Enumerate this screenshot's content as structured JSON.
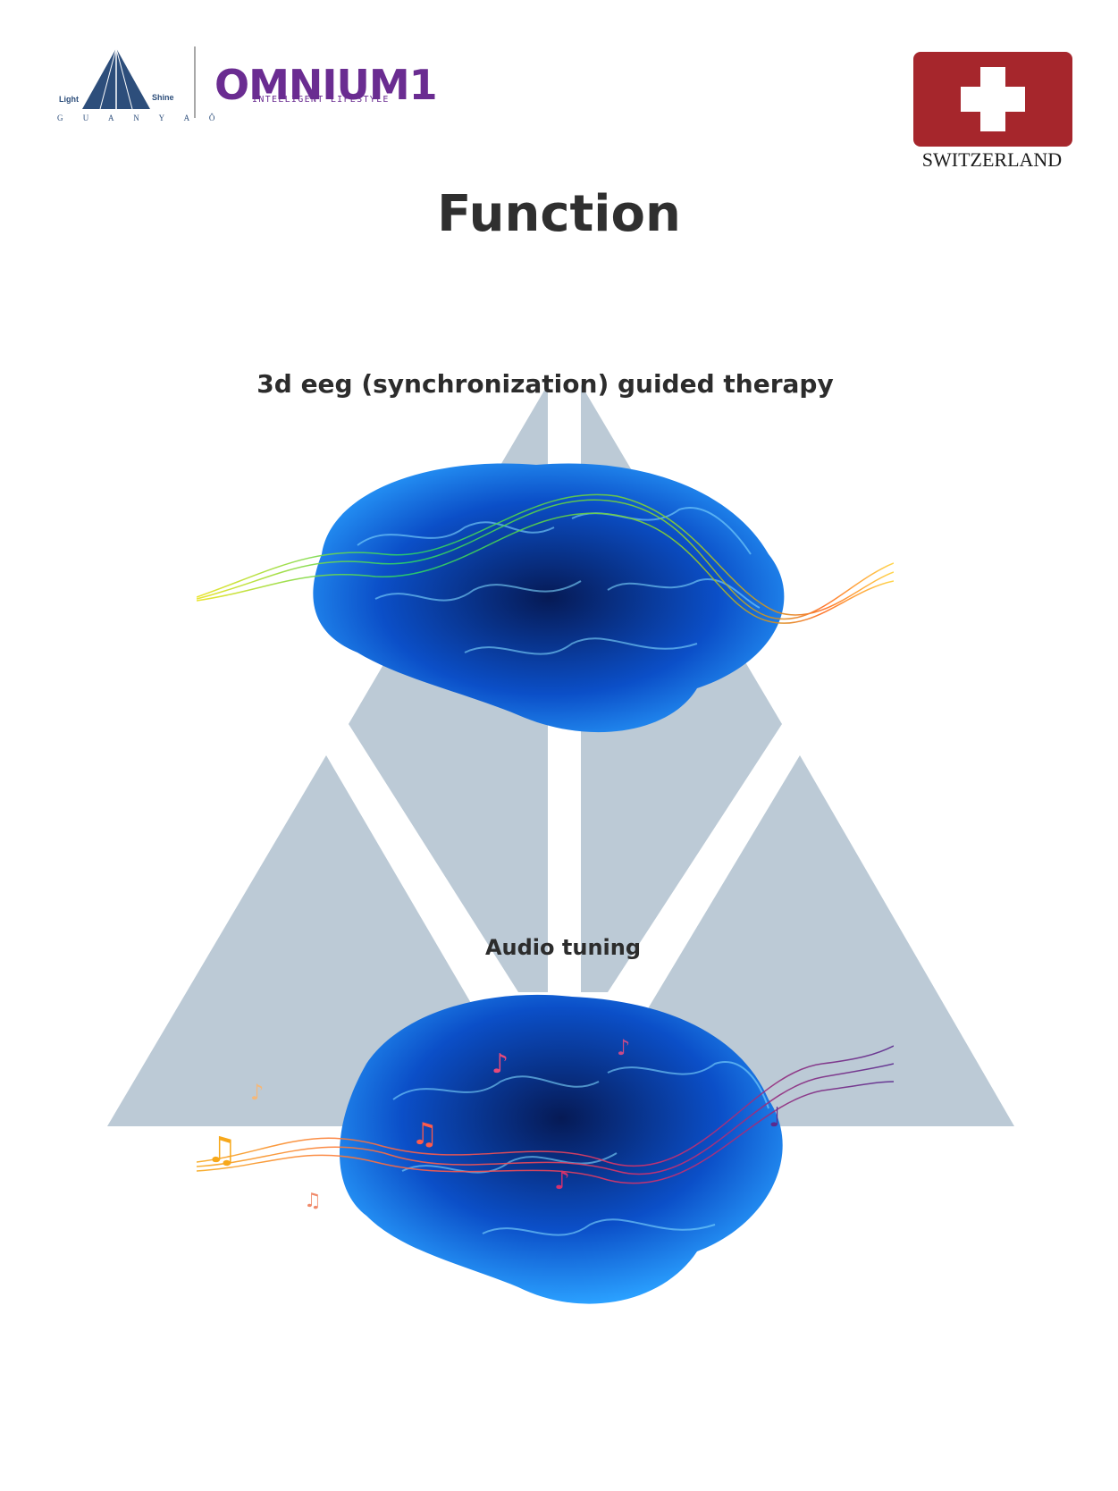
{
  "header": {
    "logo_left_word": "Light",
    "logo_right_word": "Shine",
    "logo_company": "G U A N Y A Ô",
    "brand_word": "OMNIUM1",
    "brand_tagline": "INTELLIGENT LIFESTYLE",
    "country_label": "SWITZERLAND"
  },
  "title": "Function",
  "sections": [
    {
      "caption": "3d eeg (synchronization) guided therapy"
    },
    {
      "caption": "Audio tuning"
    }
  ],
  "colors": {
    "brand_purple": "#6a2c91",
    "logo_blue": "#2d4e7b",
    "flag_red": "#a6262c",
    "backdrop_triangle": "#bccad6",
    "brain_blue": "#1f6fe0",
    "title_text": "#2f2f2f"
  },
  "icons": [
    "triangle-logo-icon",
    "swiss-cross-icon",
    "brain-illustration-icon",
    "music-note-icon"
  ]
}
